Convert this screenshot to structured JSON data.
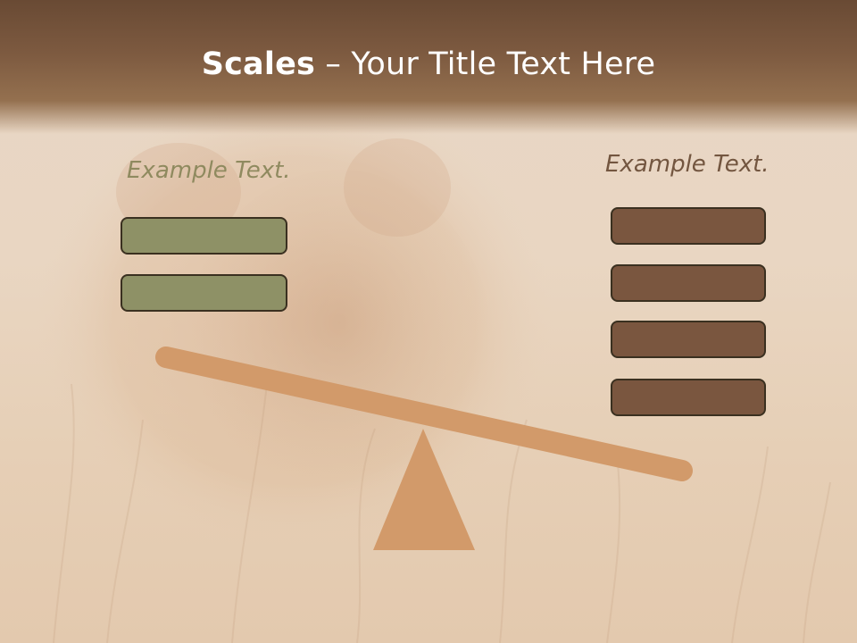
{
  "title": {
    "bold_part": "Scales",
    "rest_part": " – Your Title Text Here"
  },
  "left_side": {
    "label": "Example Text.",
    "box_count": 2,
    "box_color": "#8e9166"
  },
  "right_side": {
    "label": "Example Text.",
    "box_count": 4,
    "box_color": "#7a563f"
  },
  "scale": {
    "beam_color": "#d29a6a",
    "fulcrum_color": "#d29a6a",
    "tilt": "right side down"
  },
  "colors": {
    "header": "#7d5a40",
    "background": "#e8d6c2"
  }
}
